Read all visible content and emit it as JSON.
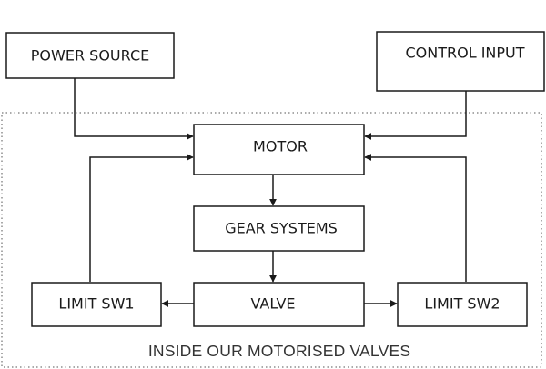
{
  "blocks": {
    "power_source": "POWER SOURCE",
    "control_input": "CONTROL INPUT",
    "motor": "MOTOR",
    "gear_systems": "GEAR SYSTEMS",
    "valve": "VALVE",
    "limit_sw1": "LIMIT SW1",
    "limit_sw2": "LIMIT SW2"
  },
  "boundary_caption": "INSIDE OUR MOTORISED VALVES",
  "connections": [
    {
      "from": "POWER SOURCE",
      "to": "MOTOR"
    },
    {
      "from": "CONTROL INPUT",
      "to": "MOTOR"
    },
    {
      "from": "MOTOR",
      "to": "GEAR SYSTEMS"
    },
    {
      "from": "GEAR SYSTEMS",
      "to": "VALVE"
    },
    {
      "from": "VALVE",
      "to": "LIMIT SW1"
    },
    {
      "from": "VALVE",
      "to": "LIMIT SW2"
    },
    {
      "from": "LIMIT SW1",
      "to": "MOTOR"
    },
    {
      "from": "LIMIT SW2",
      "to": "MOTOR"
    }
  ],
  "colors": {
    "line": "#1a1a1a",
    "boundary": "#555555",
    "background": "#ffffff"
  }
}
